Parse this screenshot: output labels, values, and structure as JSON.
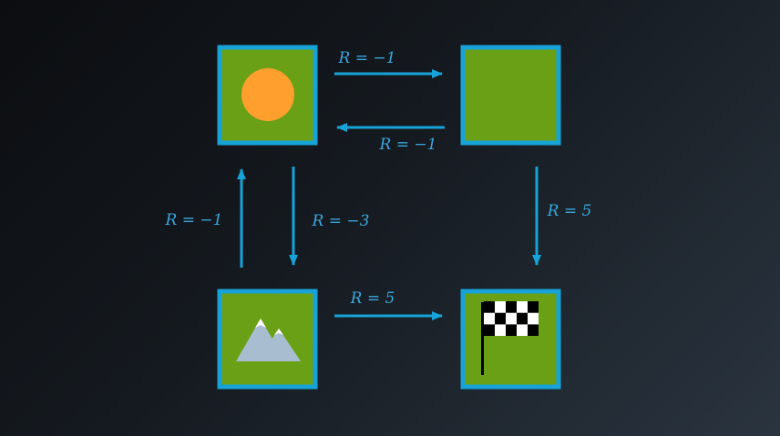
{
  "colors": {
    "tile_fill": "#6aa015",
    "tile_border": "#17a3d8",
    "arrow": "#17a3d8",
    "label": "#3aa6dd",
    "sun": "#ff9f2e",
    "mountain": "#a9bdd0",
    "snow": "#ffffff",
    "flag_pole": "#000000"
  },
  "states": [
    {
      "id": "start",
      "icon": "sun-icon"
    },
    {
      "id": "plain",
      "icon": "none"
    },
    {
      "id": "mountain",
      "icon": "mountain-icon"
    },
    {
      "id": "goal",
      "icon": "checkered-flag-icon"
    }
  ],
  "transitions": [
    {
      "from": "start",
      "to": "plain",
      "label": "R = −1"
    },
    {
      "from": "plain",
      "to": "start",
      "label": "R = −1"
    },
    {
      "from": "mountain",
      "to": "start",
      "label": "R = −1"
    },
    {
      "from": "start",
      "to": "mountain",
      "label": "R = −3"
    },
    {
      "from": "plain",
      "to": "goal",
      "label": "R = 5"
    },
    {
      "from": "mountain",
      "to": "goal",
      "label": "R = 5"
    }
  ]
}
